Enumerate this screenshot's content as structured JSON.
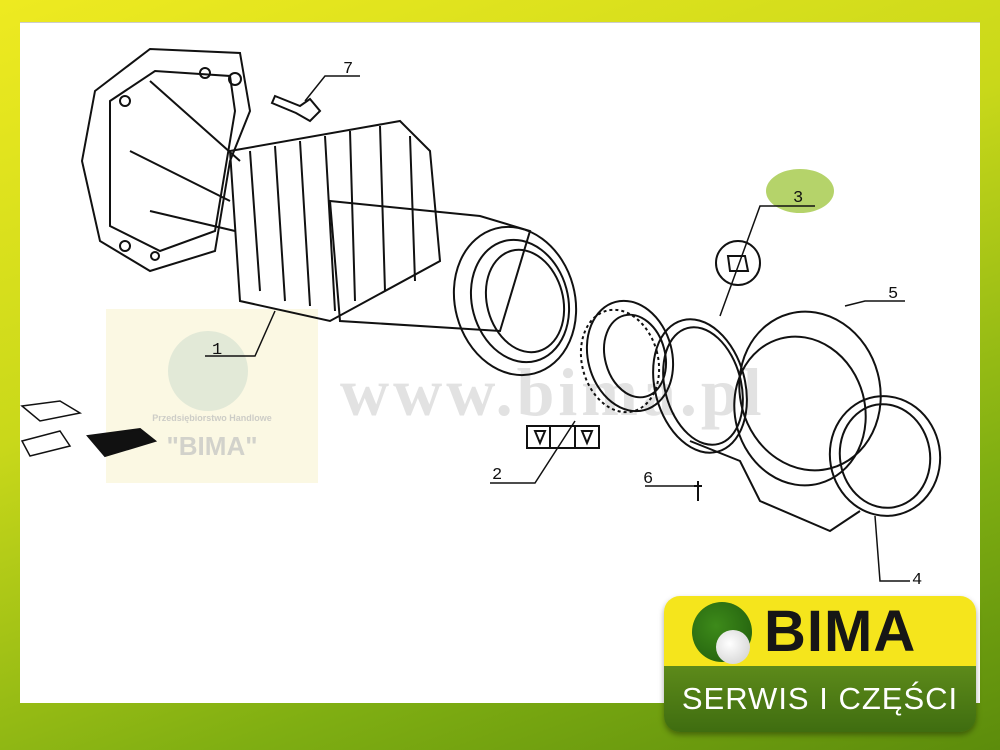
{
  "diagram": {
    "callouts": [
      {
        "label": "1"
      },
      {
        "label": "2"
      },
      {
        "label": "3"
      },
      {
        "label": "4"
      },
      {
        "label": "5"
      },
      {
        "label": "6"
      },
      {
        "label": "7"
      }
    ],
    "highlight_color": "#b5d36a"
  },
  "watermark": {
    "subtitle": "Przedsiębiorstwo Handlowe",
    "name": "\"BIMA\"",
    "url": "www.bima.pl"
  },
  "logo": {
    "name": "BIMA",
    "tagline": "SERWIS I CZĘŚCI"
  }
}
